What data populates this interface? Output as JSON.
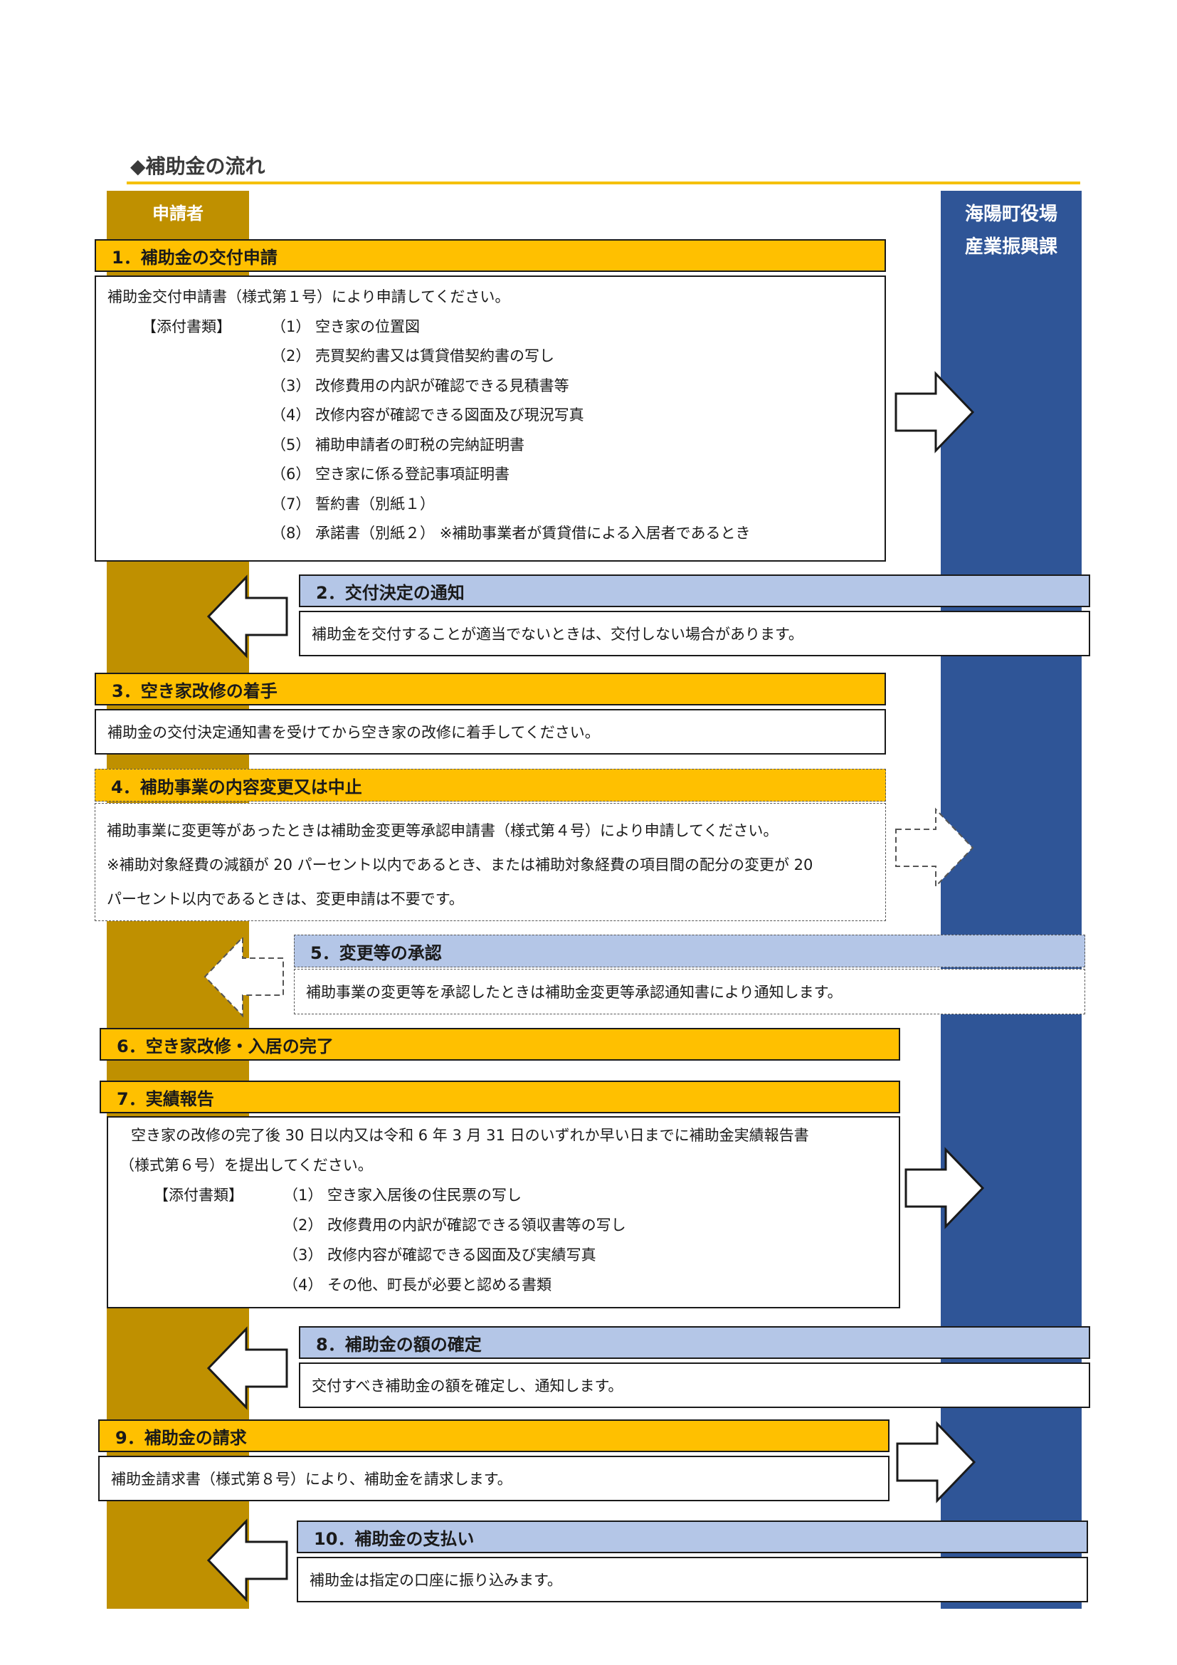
{
  "title": "◆補助金の流れ",
  "lanes": {
    "applicant": "申請者",
    "office_line1": "海陽町役場",
    "office_line2": "産業振興課"
  },
  "steps": {
    "s1": {
      "header": "1．補助金の交付申請",
      "intro": "補助金交付申請書（様式第１号）により申請してください。",
      "attach_label": "【添付書類】",
      "items": [
        "（1） 空き家の位置図",
        "（2） 売買契約書又は賃貸借契約書の写し",
        "（3） 改修費用の内訳が確認できる見積書等",
        "（4） 改修内容が確認できる図面及び現況写真",
        "（5） 補助申請者の町税の完納証明書",
        "（6） 空き家に係る登記事項証明書",
        "（7） 誓約書（別紙１）",
        "（8） 承諾書（別紙２） ※補助事業者が賃貸借による入居者であるとき"
      ]
    },
    "s2": {
      "header": "2．交付決定の通知",
      "body": "補助金を交付することが適当でないときは、交付しない場合があります。"
    },
    "s3": {
      "header": "3．空き家改修の着手",
      "body": "補助金の交付決定通知書を受けてから空き家の改修に着手してください。"
    },
    "s4": {
      "header": "4．補助事業の内容変更又は中止",
      "lines": [
        "補助事業に変更等があったときは補助金変更等承認申請書（様式第４号）により申請してください。",
        "※補助対象経費の減額が 20 パーセント以内であるとき、または補助対象経費の項目間の配分の変更が 20",
        "パーセント以内であるときは、変更申請は不要です。"
      ]
    },
    "s5": {
      "header": "5．変更等の承認",
      "body": "補助事業の変更等を承認したときは補助金変更等承認通知書により通知します。"
    },
    "s6": {
      "header": "6．空き家改修・入居の完了"
    },
    "s7": {
      "header": "7．実績報告",
      "line1": "空き家の改修の完了後 30 日以内又は令和 6 年 3 月 31 日のいずれか早い日までに補助金実績報告書",
      "line2": "（様式第６号）を提出してください。",
      "attach_label": "【添付書類】",
      "items": [
        "（1） 空き家入居後の住民票の写し",
        "（2） 改修費用の内訳が確認できる領収書等の写し",
        "（3） 改修内容が確認できる図面及び実績写真",
        "（4） その他、町長が必要と認める書類"
      ]
    },
    "s8": {
      "header": "8．補助金の額の確定",
      "body": "交付すべき補助金の額を確定し、通知します。"
    },
    "s9": {
      "header": "9．補助金の請求",
      "body": "補助金請求書（様式第８号）により、補助金を請求します。"
    },
    "s10": {
      "header": "10．補助金の支払い",
      "body": "補助金は指定の口座に振り込みます。"
    }
  },
  "colors": {
    "applicant_lane": "#bf9000",
    "office_lane": "#2f5597",
    "applicant_header": "#ffc000",
    "office_header": "#b4c6e7",
    "title_rule": "#f5c000"
  }
}
